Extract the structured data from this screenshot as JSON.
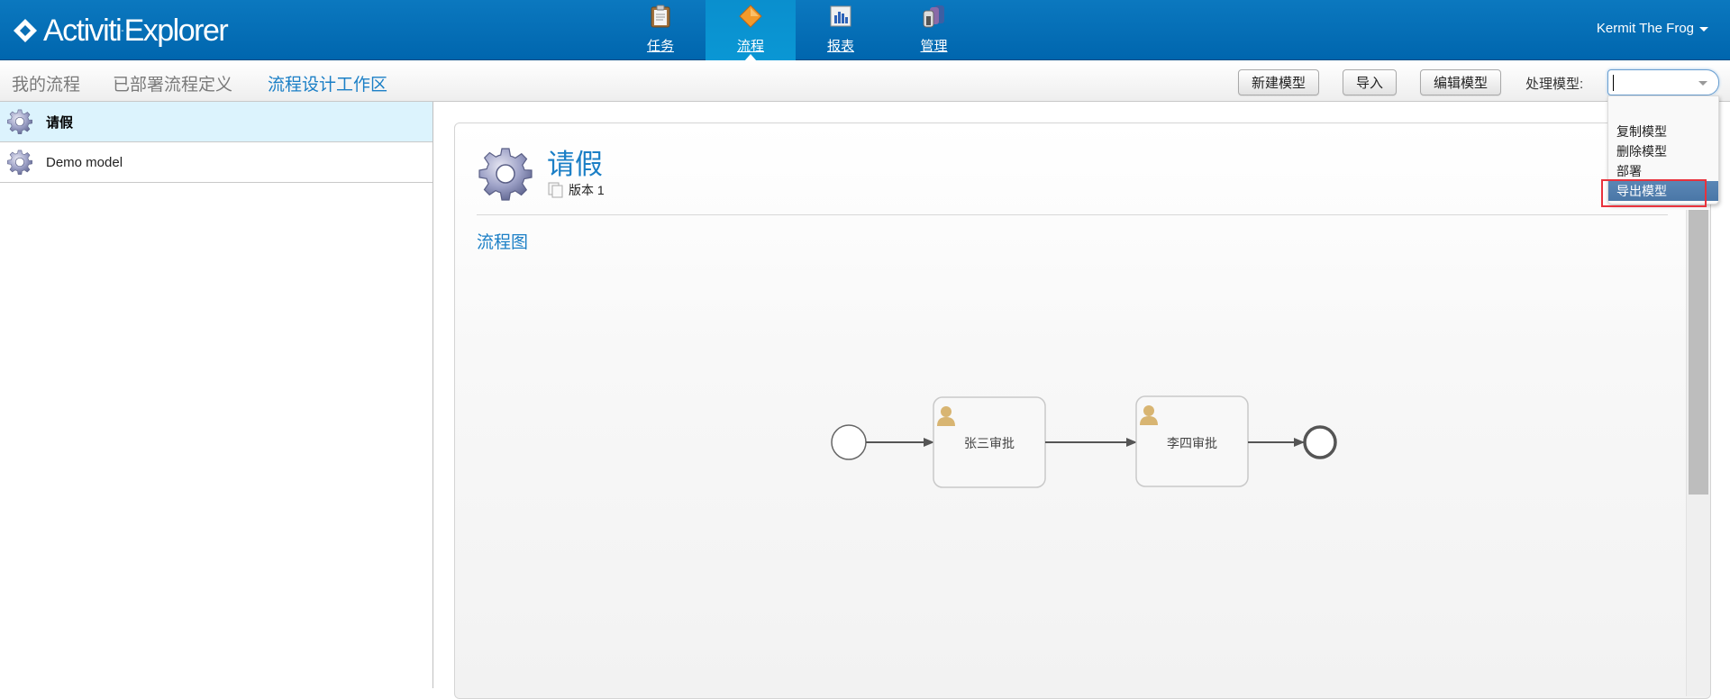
{
  "header": {
    "logo_text": "Activiti",
    "logo_text2": "Explorer",
    "nav": [
      {
        "label": "任务",
        "icon": "clipboard-icon",
        "active": false
      },
      {
        "label": "流程",
        "icon": "process-diamond-icon",
        "active": true
      },
      {
        "label": "报表",
        "icon": "report-chart-icon",
        "active": false
      },
      {
        "label": "管理",
        "icon": "manage-users-icon",
        "active": false
      }
    ],
    "user": "Kermit The Frog"
  },
  "subnav": {
    "tabs": [
      {
        "label": "我的流程",
        "active": false
      },
      {
        "label": "已部署流程定义",
        "active": false
      },
      {
        "label": "流程设计工作区",
        "active": true
      }
    ],
    "buttons": {
      "new_model": "新建模型",
      "import": "导入",
      "edit_model": "编辑模型"
    },
    "combo_label": "处理模型:",
    "combo_value": ""
  },
  "dropdown": {
    "items": [
      {
        "label": "",
        "highlighted": false
      },
      {
        "label": "复制模型",
        "highlighted": false
      },
      {
        "label": "删除模型",
        "highlighted": false
      },
      {
        "label": "部署",
        "highlighted": false
      },
      {
        "label": "导出模型",
        "highlighted": true
      }
    ]
  },
  "sidebar": {
    "items": [
      {
        "label": "请假",
        "selected": true
      },
      {
        "label": "Demo model",
        "selected": false
      }
    ]
  },
  "main": {
    "title": "请假",
    "version": "版本 1",
    "section_title": "流程图",
    "diagram": {
      "start_event": "start",
      "tasks": [
        {
          "label": "张三审批",
          "type": "user-task"
        },
        {
          "label": "李四审批",
          "type": "user-task"
        }
      ],
      "end_event": "end"
    }
  },
  "colors": {
    "header_blue": "#0066ae",
    "accent_blue": "#1b7fc6",
    "selected_row": "#dcf3fd",
    "highlight_item": "#4a77a7",
    "annotation_red": "#e8323c"
  }
}
